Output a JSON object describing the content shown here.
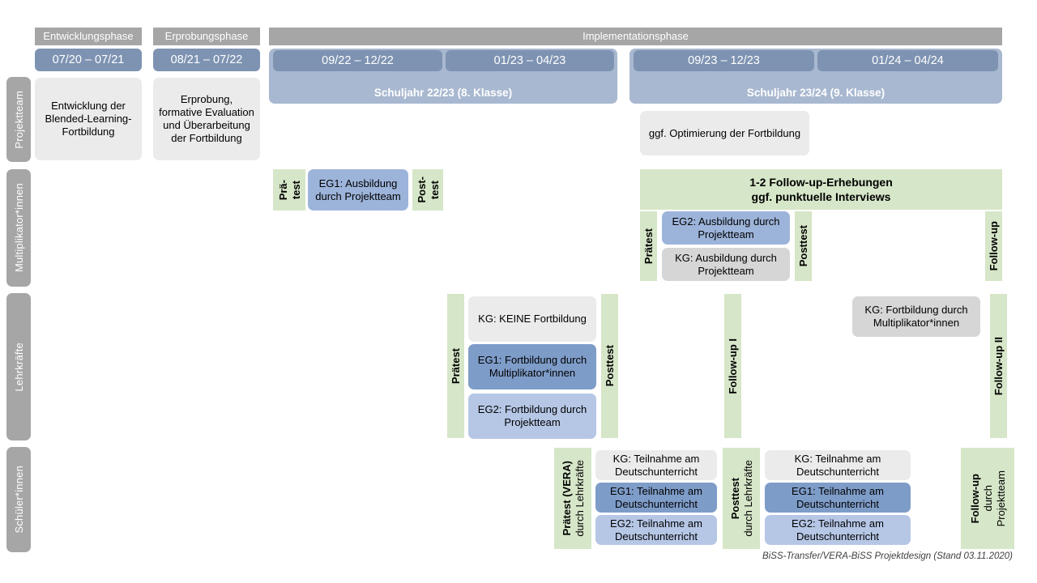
{
  "footer": {
    "text": "BiSS-Transfer/VERA-BiSS Projektdesign (Stand 03.11.2020)"
  },
  "phases": [
    {
      "name": "Entwicklungsphase",
      "label": "Entwicklungsphase"
    },
    {
      "name": "Erprobungsphase",
      "label": "Erprobungsphase"
    },
    {
      "name": "Implementationsphase",
      "label": "Implementationsphase"
    }
  ],
  "date_bars": [
    {
      "label": "07/20 – 07/21"
    },
    {
      "label": "08/21 – 07/22"
    },
    {
      "label": "09/22 – 12/22"
    },
    {
      "label": "01/23 – 04/23"
    },
    {
      "label": "09/23 – 12/23"
    },
    {
      "label": "01/24 – 04/24"
    }
  ],
  "school_years": [
    {
      "label": "Schuljahr 22/23 (8. Klasse)"
    },
    {
      "label": "Schuljahr 23/24 (9. Klasse)"
    }
  ],
  "roles": [
    {
      "label": "Projektteam"
    },
    {
      "label": "Multiplikator*innen"
    },
    {
      "label": "Lehrkräfte"
    },
    {
      "label": "Schüler*innen"
    }
  ],
  "projektteam": {
    "entwicklung": {
      "label": "Entwicklung der Blended-Learning-Fortbildung"
    },
    "erprobung": {
      "label": "Erprobung, formative Evaluation und Überarbeitung der Fortbildung"
    },
    "optimierung": {
      "label": "ggf. Optimierung der Fortbildung"
    }
  },
  "multiplikatoren": {
    "praetest_1a": "Prä-",
    "praetest_1b": "test",
    "eg1": "EG1: Ausbildung durch Projektteam",
    "posttest_1a": "Post-",
    "posttest_1b": "test",
    "followup_band": {
      "line1": "1-2 Follow-up-Erhebungen",
      "line2": "ggf. punktuelle Interviews"
    },
    "praetest_2": "Prätest",
    "eg2": "EG2: Ausbildung durch Projektteam",
    "kg": "KG: Ausbildung durch Projektteam",
    "posttest_2": "Posttest",
    "followup": "Follow-up"
  },
  "lehrkraefte": {
    "praetest": "Prätest",
    "kg_keine": "KG:  KEINE Fortbildung",
    "eg1": "EG1: Fortbildung durch Multiplikator*innen",
    "eg2": "EG2: Fortbildung durch Projektteam",
    "posttest": "Posttest",
    "followup_1": "Follow-up I",
    "kg_fortbildung": "KG: Fortbildung durch Multiplikator*innen",
    "followup_2": "Follow-up II"
  },
  "schueler": {
    "praetest_bold": "Prätest (VERA)",
    "praetest_reg": "durch Lehrkräfte",
    "kg_1": "KG: Teilnahme am Deutschunterricht",
    "eg1_1": "EG1: Teilnahme am Deutschunterricht",
    "eg2_1": "EG2: Teilnahme am Deutschunterricht",
    "posttest_bold": "Posttest",
    "posttest_reg": "durch Lehrkräfte",
    "kg_2": "KG: Teilnahme am Deutschunterricht",
    "eg1_2": "EG1: Teilnahme am Deutschunterricht",
    "eg2_2": "EG2: Teilnahme am Deutschunterricht",
    "followup_bold": "Follow-up",
    "followup_reg1": "durch",
    "followup_reg2": "Projektteam"
  },
  "colors": {
    "phase_header": "#a6a6a6",
    "date_bar": "#7e93b2",
    "school_year": "#a8b8d0",
    "role_label": "#a6a6a6",
    "green_test": "#d6e6c8",
    "box_grey_light": "#ebebeb",
    "box_grey": "#d6d6d6",
    "eg1_blue": "#7e9cc8",
    "eg2_blue": "#b6c7e6",
    "mult_blue": "#9db4da"
  }
}
